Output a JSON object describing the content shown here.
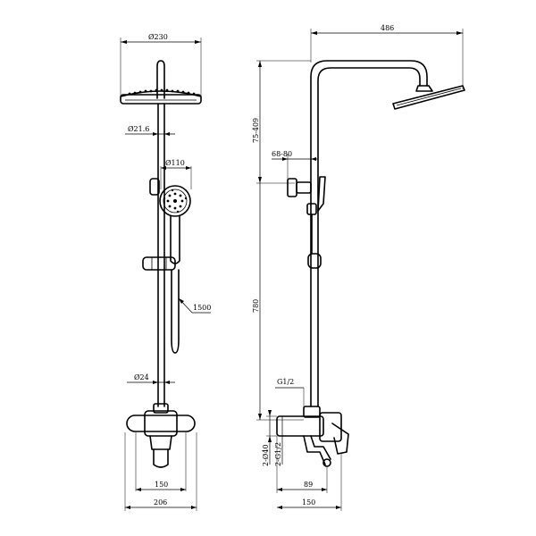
{
  "front_view": {
    "head_diameter": "Ø230",
    "pipe_diameter": "Ø21.6",
    "hand_shower_diameter": "Ø110",
    "hose_length": "1500",
    "lower_pipe_diameter": "Ø24",
    "spout_width": "150",
    "overall_width": "206"
  },
  "side_view": {
    "arm_reach": "486",
    "head_height_range": "75-409",
    "holder_range": "68-80",
    "column_height": "780",
    "inlet_thread": "G1/2",
    "inlet_diameter": "2-Ø40",
    "inlet_threads_pair": "2-G1/2",
    "spout_projection": "89",
    "mixer_depth": "150"
  }
}
